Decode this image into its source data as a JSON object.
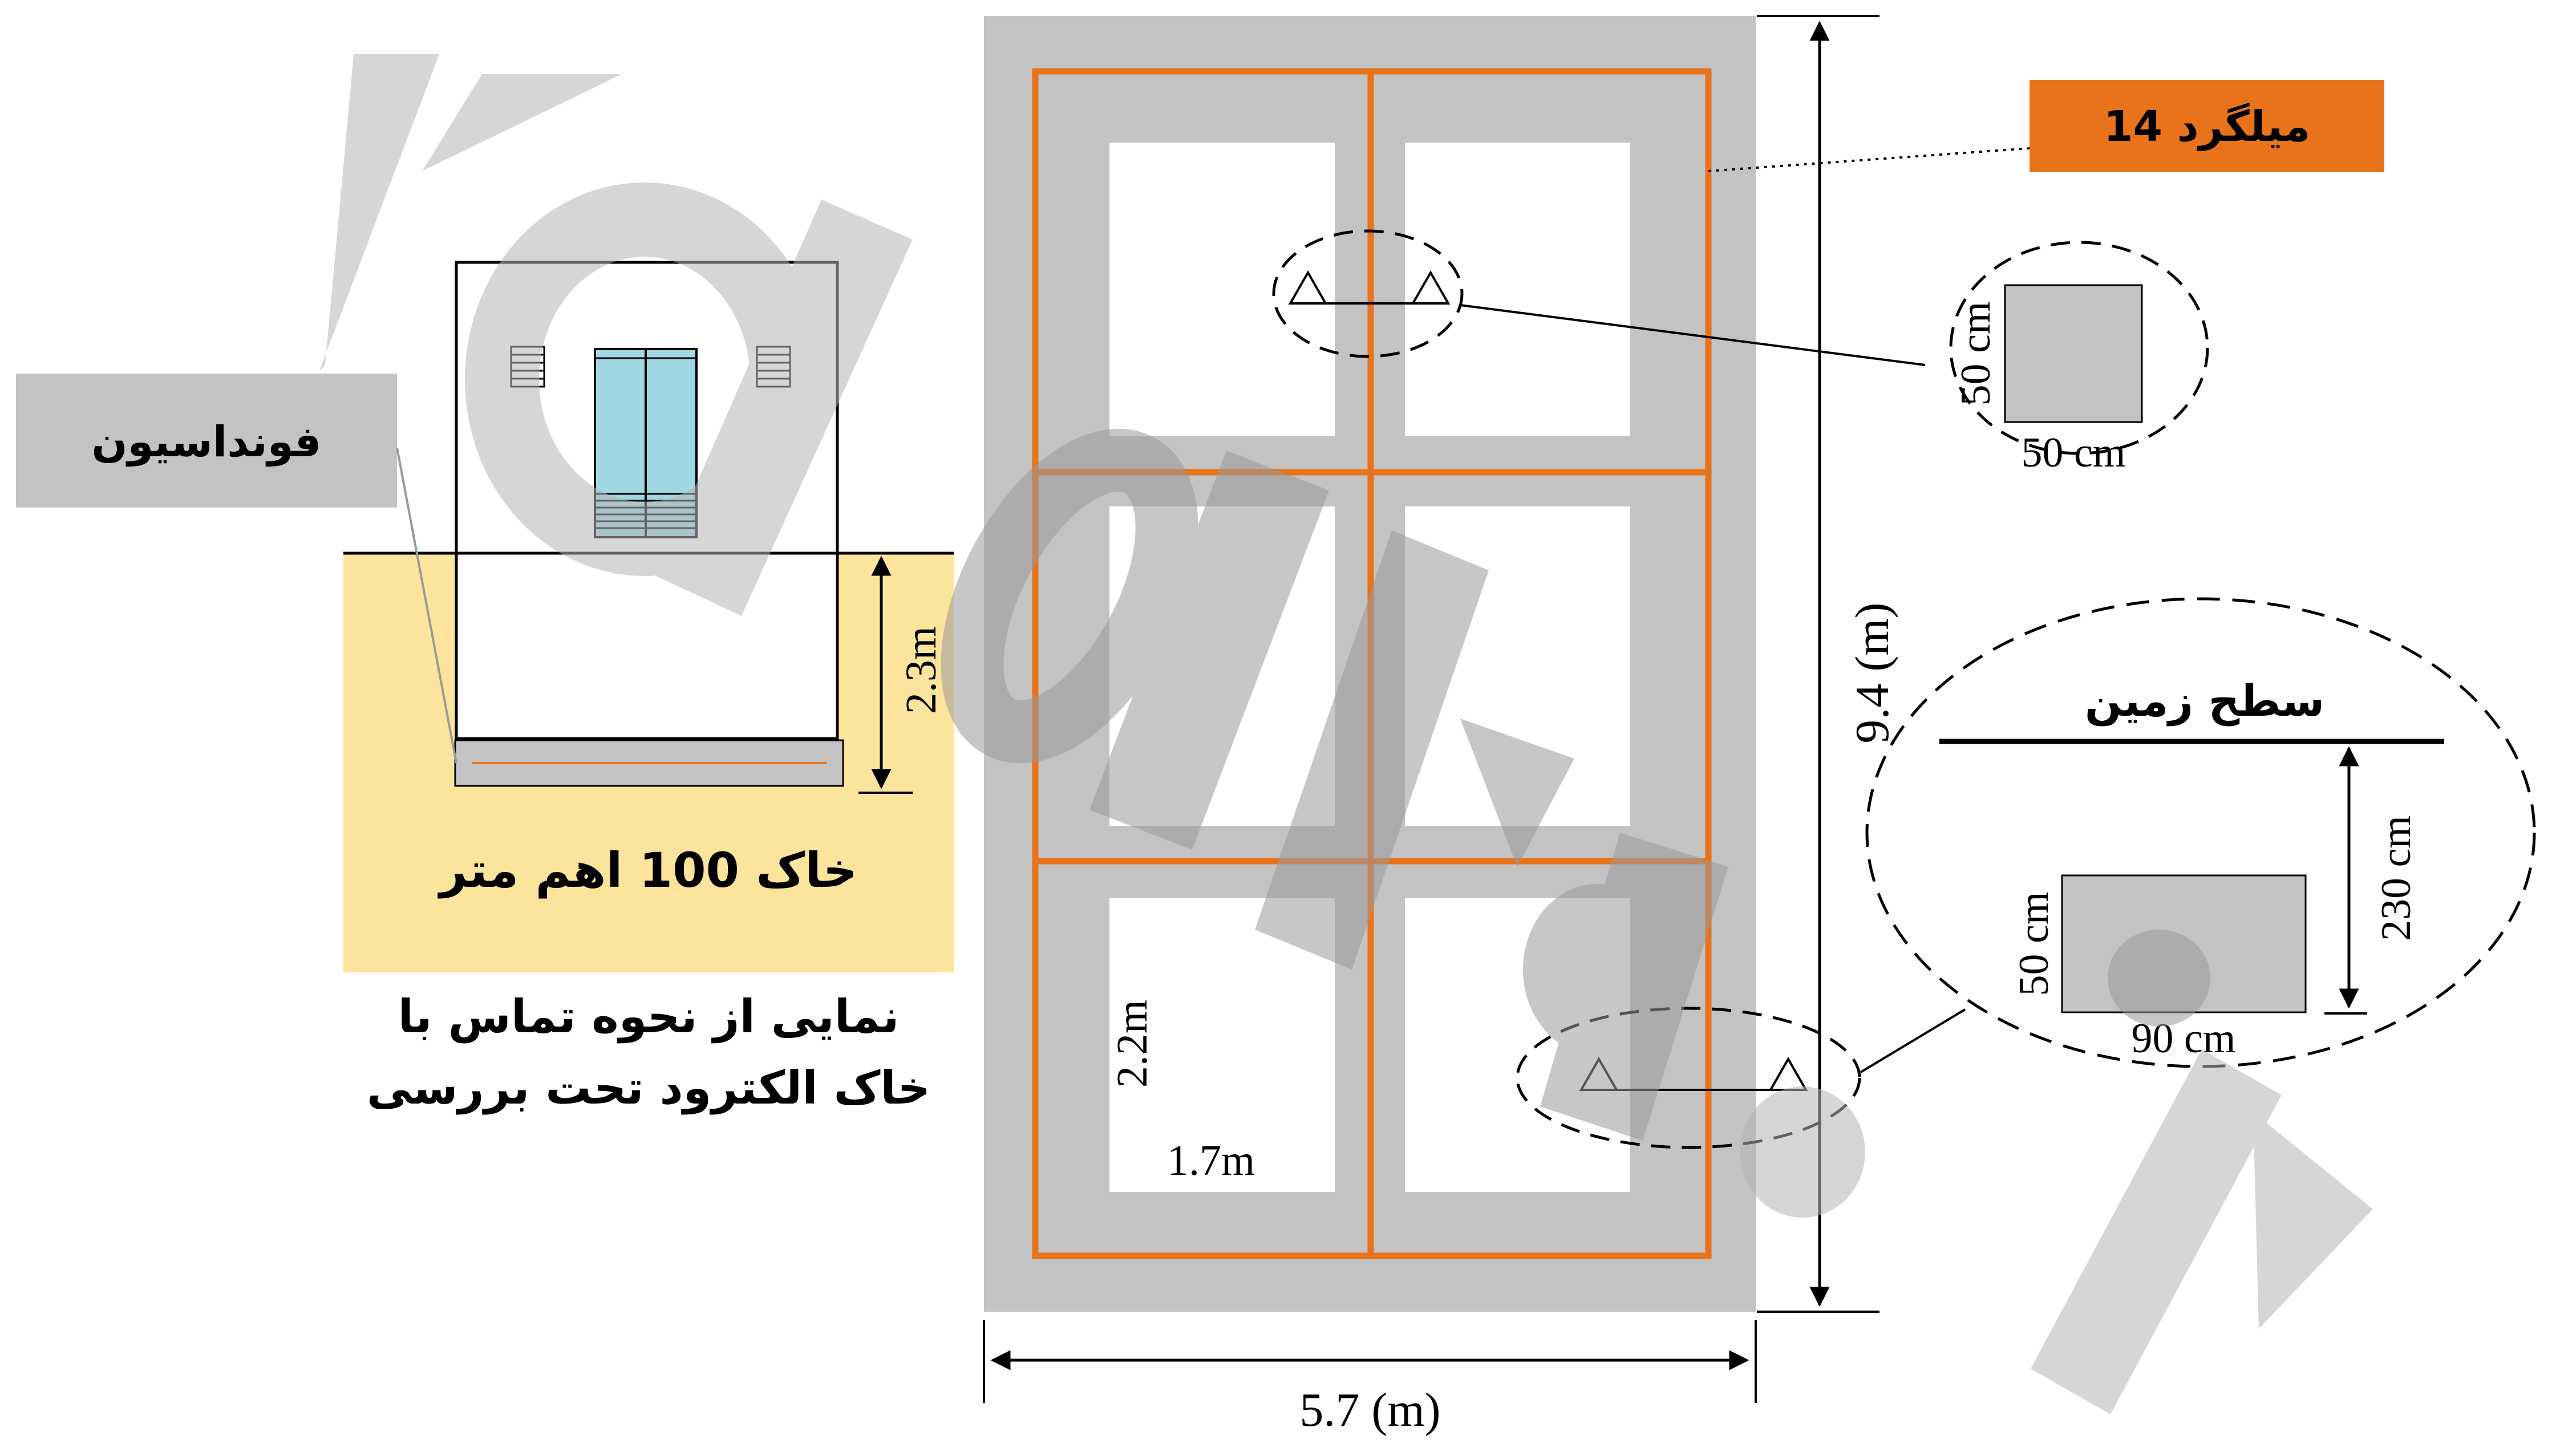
{
  "labels": {
    "foundation": "فونداسیون",
    "soil": "خاک 100 اهم متر",
    "caption_line1": "نمایی از نحوه تماس با",
    "caption_line2": "خاک الکترود تحت بررسی",
    "rebar": "میلگرد 14",
    "ground_surface": "سطح زمین"
  },
  "dimensions": {
    "depth": "2.3m",
    "width": "5.7 (m)",
    "length": "9.4 (m)",
    "pad_length": "2.2m",
    "pad_width": "1.7m",
    "col_section_w": "50 cm",
    "col_section_h": "50 cm",
    "beam_w": "90 cm",
    "beam_h": "50 cm",
    "beam_depth": "230 cm"
  },
  "colors": {
    "soil": "#fde49c",
    "concrete": "#c3c3c3",
    "rebar": "#e8731b",
    "label_box": "#c3c3c3",
    "door": "#9fd7e2",
    "watermark": "#c8c8c8"
  }
}
